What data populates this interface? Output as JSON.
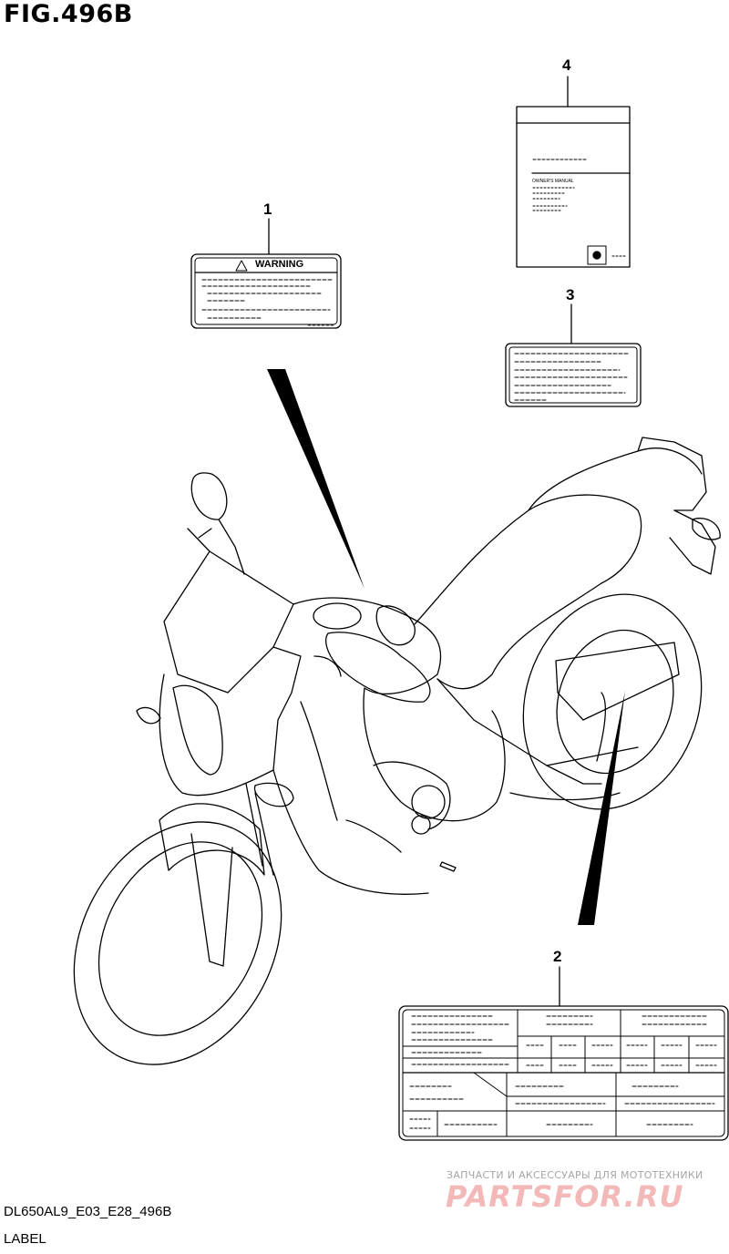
{
  "figure": {
    "title": "FIG.496B",
    "code": "DL650AL9_E03_E28_496B",
    "section": "LABEL"
  },
  "callouts": [
    "1",
    "2",
    "3",
    "4"
  ],
  "labels": {
    "warning_label_text": "WARNING",
    "owners_manual_text": "OWNER'S MANUAL"
  },
  "watermark": {
    "tagline": "ЗАПЧАСТИ И АКСЕССУАРЫ ДЛЯ МОТОТЕХНИКИ",
    "brand": "PARTSFOR.RU"
  }
}
